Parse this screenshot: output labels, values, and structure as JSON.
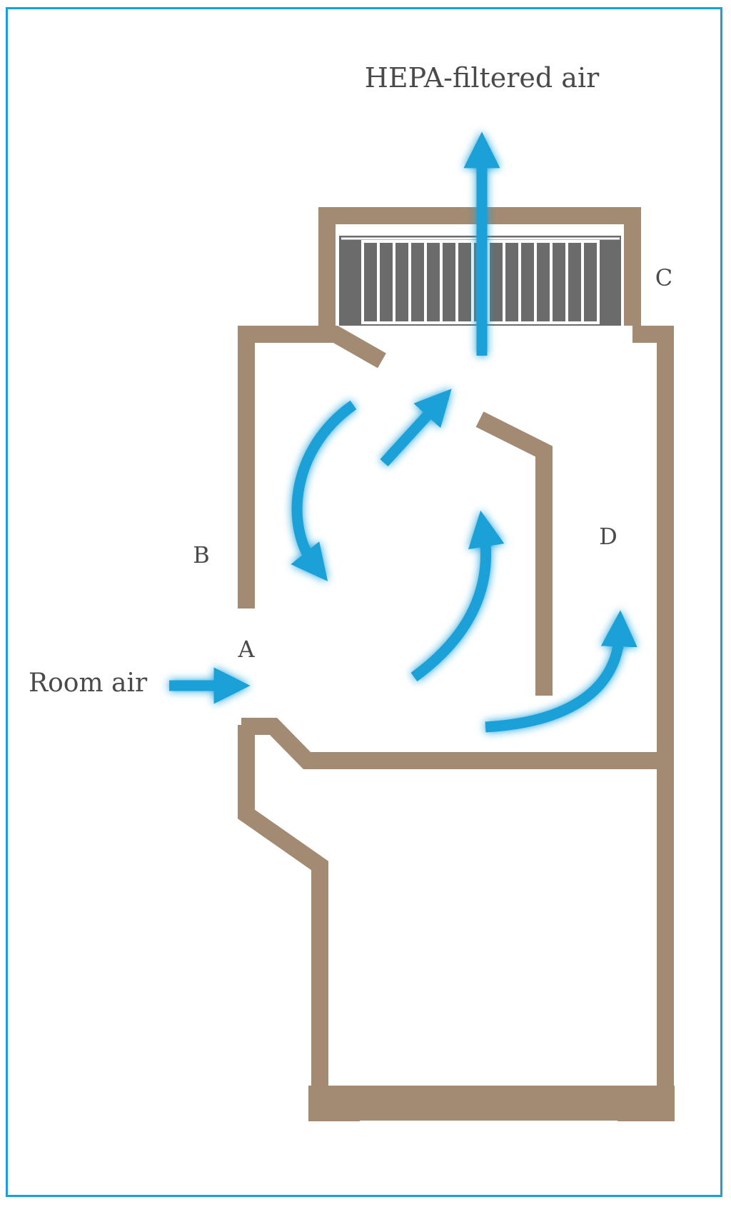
{
  "labels": {
    "top": "HEPA-filtered air",
    "left": "Room air",
    "a": "A",
    "b": "B",
    "c": "C",
    "d": "D"
  },
  "colors": {
    "cabinet": "#a38a72",
    "airflow": "#1aa0d8",
    "filter_housing": "#6b6b6b",
    "frame": "#1aa0d8"
  }
}
